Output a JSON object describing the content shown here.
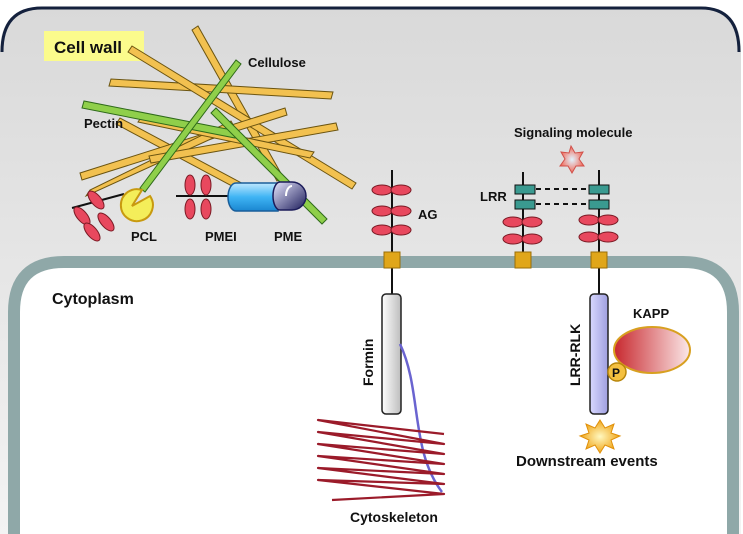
{
  "labels": {
    "cell_wall": "Cell wall",
    "cellulose": "Cellulose",
    "pectin": "Pectin",
    "pcl": "PCL",
    "pmei": "PMEI",
    "pme": "PME",
    "ag": "AG",
    "signaling_molecule": "Signaling molecule",
    "lrr": "LRR",
    "cytoplasm": "Cytoplasm",
    "formin": "Formin",
    "lrr_rlk": "LRR-RLK",
    "kapp": "KAPP",
    "phospho": "P",
    "downstream_events": "Downstream events",
    "cytoskeleton": "Cytoskeleton"
  },
  "colors": {
    "cell_wall_label": "#e8242e",
    "cell_wall_label_bg": "#fbfb8c",
    "cytoplasm_label": "#9b1b24",
    "membrane": "#8fa8a8",
    "cellulose": "#f2c150",
    "pectin": "#8fcf4a",
    "ag_leaf": "#e8485e",
    "anchor": "#e0a61a",
    "formin_fill": "#e8e8e8",
    "lrr_rlk_fill": "#c2c2ee",
    "kapp": "#c8282e",
    "lrr_box": "#3a9a90",
    "cytoskeleton_coil": "#9b1b2a",
    "actin": "#6a64d0"
  }
}
